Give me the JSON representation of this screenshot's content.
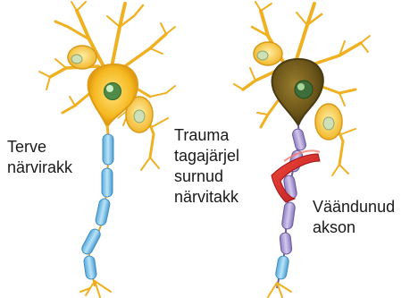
{
  "labels": {
    "healthy_nerve_cell": "Terve\nnärvirakk",
    "trauma_damaged_nerve_cell": "Trauma\ntagajärjel\nsurnud\nnärvitakk",
    "twisted_axon": "Väändunud\nakson"
  },
  "colors": {
    "dendrite": "#f0b020",
    "healthy_soma": "#f5b820",
    "damaged_soma": "#6a5418",
    "nucleus": "#4f8a48",
    "myelin_healthy": "#8ccdee",
    "myelin_damaged": "#b8a6d6",
    "injury_band": "#d8262b",
    "text": "#1a1a1a"
  }
}
